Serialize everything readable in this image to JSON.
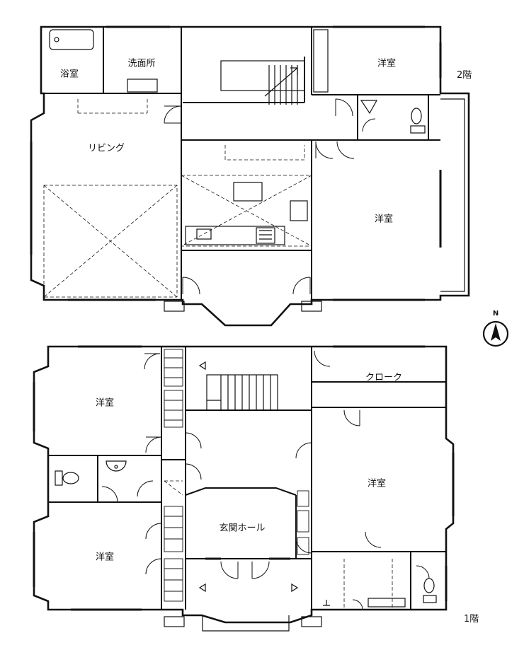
{
  "floors": {
    "second": {
      "label": "2階",
      "rooms": {
        "bath": "浴室",
        "washroom": "洗面所",
        "living": "リビング",
        "bedroom_ne": "洋室",
        "bedroom_e": "洋室"
      }
    },
    "first": {
      "label": "1階",
      "rooms": {
        "bedroom_nw": "洋室",
        "bedroom_sw": "洋室",
        "closet": "クローク",
        "bedroom_e": "洋室",
        "entrance_hall": "玄関ホール"
      }
    }
  },
  "compass": {
    "north_label": "N"
  }
}
